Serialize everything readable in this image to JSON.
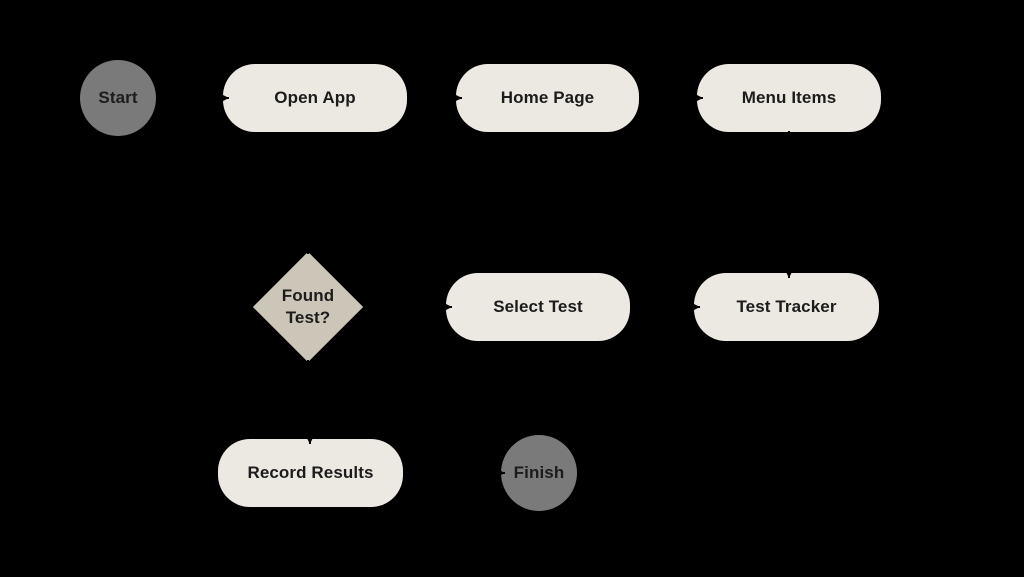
{
  "diagram": {
    "type": "flowchart",
    "nodes": {
      "start": {
        "shape": "terminal",
        "label": "Start"
      },
      "open_app": {
        "shape": "process",
        "label": "Open App"
      },
      "home_page": {
        "shape": "process",
        "label": "Home Page"
      },
      "menu_items": {
        "shape": "process",
        "label": "Menu Items"
      },
      "found_test": {
        "shape": "decision",
        "label": "Found Test?",
        "lines": [
          "Found",
          "Test?"
        ]
      },
      "select_test": {
        "shape": "process",
        "label": "Select Test"
      },
      "test_tracker": {
        "shape": "process",
        "label": "Test Tracker"
      },
      "record_results": {
        "shape": "process",
        "label": "Record Results"
      },
      "finish": {
        "shape": "terminal",
        "label": "Finish"
      }
    },
    "edges": [
      {
        "from": "start",
        "to": "open_app"
      },
      {
        "from": "open_app",
        "to": "home_page"
      },
      {
        "from": "home_page",
        "to": "menu_items"
      },
      {
        "from": "menu_items",
        "to": "test_tracker"
      },
      {
        "from": "open_app",
        "to": "found_test"
      },
      {
        "from": "found_test",
        "to": "select_test"
      },
      {
        "from": "select_test",
        "to": "test_tracker"
      },
      {
        "from": "found_test",
        "to": "record_results"
      },
      {
        "from": "record_results",
        "to": "finish"
      }
    ]
  },
  "colors": {
    "background": "#000000",
    "process_fill": "#ECE9E3",
    "decision_fill": "#CBC6B7",
    "terminal_fill": "#7A7A7A",
    "label_text": "#1C1C1C",
    "connector": "#000000"
  }
}
